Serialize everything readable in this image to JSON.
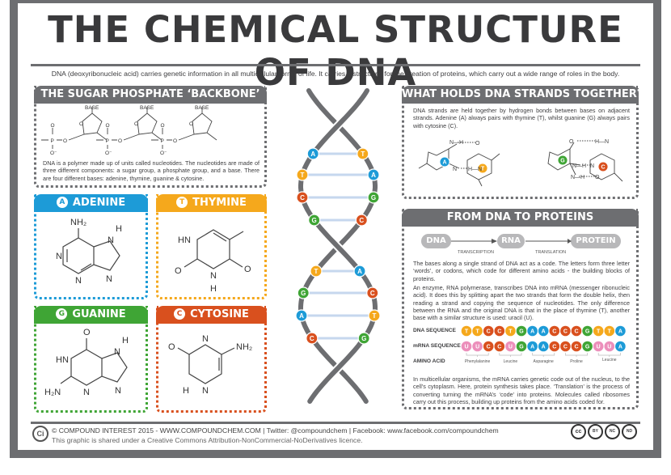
{
  "title": "THE CHEMICAL STRUCTURE OF DNA",
  "intro": "DNA (deoxyribonucleic acid) carries genetic information in all multicellular forms of life. It carries instructions for the creation of proteins, which carry out a wide range of roles in the body.",
  "colors": {
    "A": "#1d9bd7",
    "T": "#f5a81c",
    "G": "#3fa535",
    "C": "#d9501e",
    "U": "#ec8fbb",
    "frame": "#6d6e71",
    "rung": "#c6d7ee"
  },
  "backbone": {
    "header": "THE SUGAR PHOSPHATE ‘BACKBONE’",
    "base_label": "BASE",
    "p": "P",
    "o": "O",
    "o_minus": "O⁻",
    "text": "DNA is a polymer made up of units called nucleotides. The nucleotides are made of three different components: a sugar group, a phosphate group, and a base. There are four different bases: adenine, thymine, guanine & cytosine."
  },
  "bases": {
    "adenine": {
      "letter": "A",
      "name": "ADENINE",
      "atoms": [
        "NH₂",
        "N",
        "N",
        "N",
        "H",
        "N"
      ]
    },
    "thymine": {
      "letter": "T",
      "name": "THYMINE",
      "atoms": [
        "O",
        "HN",
        "O",
        "N",
        "H"
      ]
    },
    "guanine": {
      "letter": "G",
      "name": "GUANINE",
      "atoms": [
        "O",
        "HN",
        "H₂N",
        "N",
        "N",
        "H",
        "N"
      ]
    },
    "cytosine": {
      "letter": "C",
      "name": "CYTOSINE",
      "atoms": [
        "NH₂",
        "N",
        "O",
        "N",
        "H"
      ]
    }
  },
  "helix": {
    "left": [
      "A",
      "T",
      "C",
      "G",
      "T",
      "G",
      "A",
      "C"
    ],
    "right": [
      "T",
      "A",
      "G",
      "C",
      "A",
      "C",
      "T",
      "G"
    ]
  },
  "strands": {
    "header": "WHAT HOLDS DNA STRANDS TOGETHER?",
    "text": "DNA strands are held together by hydrogen bonds between bases on adjacent strands. Adenine (A) always pairs with thymine (T), whilst guanine (G) always pairs with cytosine (C).",
    "atoms": {
      "n": "N",
      "h": "H",
      "o": "O",
      "nh": "N—H",
      "hn": "H—N"
    }
  },
  "proteins": {
    "header": "FROM DNA TO PROTEINS",
    "flow": [
      "DNA",
      "RNA",
      "PROTEIN"
    ],
    "steps": [
      "TRANSCRIPTION",
      "TRANSLATION"
    ],
    "p1": "The bases along a single strand of DNA act as a code. The letters form three letter ‘words’, or codons, which code for different amino acids - the building blocks of proteins.",
    "p2": "An enzyme, RNA polymerase, transcribes DNA into mRNA (messenger ribonucleic acid). It does this by splitting apart the two strands that form the double helix, then reading a strand and copying the sequence of nucleotides. The only difference between the RNA and the original DNA is that in the place of thymine (T), another base with a similar structure is used: uracil (U).",
    "dna_label": "DNA SEQUENCE",
    "mrna_label": "mRNA SEQUENCE",
    "amino_label": "AMINO ACID",
    "dna_seq": [
      "T",
      "T",
      "C",
      "C",
      "T",
      "G",
      "A",
      "A",
      "C",
      "C",
      "C",
      "G",
      "T",
      "T",
      "A"
    ],
    "mrna_seq": [
      "U",
      "U",
      "C",
      "C",
      "U",
      "G",
      "A",
      "A",
      "C",
      "C",
      "C",
      "G",
      "U",
      "U",
      "A"
    ],
    "amino_acids": [
      "Phenylalanine",
      "Leucine",
      "Asparagine",
      "Proline",
      "Leucine"
    ],
    "p3": "In multicellular organisms, the mRNA carries genetic code out of the nucleus, to the cell’s cytoplasm. Here, protein synthesis takes place. ‘Translation’ is the process of converting turning the mRNA’s ‘code’ into proteins. Molecules called ribosomes carry out this process, building up proteins from the amino acids coded for."
  },
  "footer": {
    "logo": "Ci",
    "line1": "© COMPOUND INTEREST 2015 - WWW.COMPOUNDCHEM.COM | Twitter: @compoundchem | Facebook: www.facebook.com/compoundchem",
    "line2": "This graphic is shared under a Creative Commons Attribution-NonCommercial-NoDerivatives licence.",
    "cc": [
      "cc",
      "BY",
      "NC",
      "ND"
    ]
  }
}
